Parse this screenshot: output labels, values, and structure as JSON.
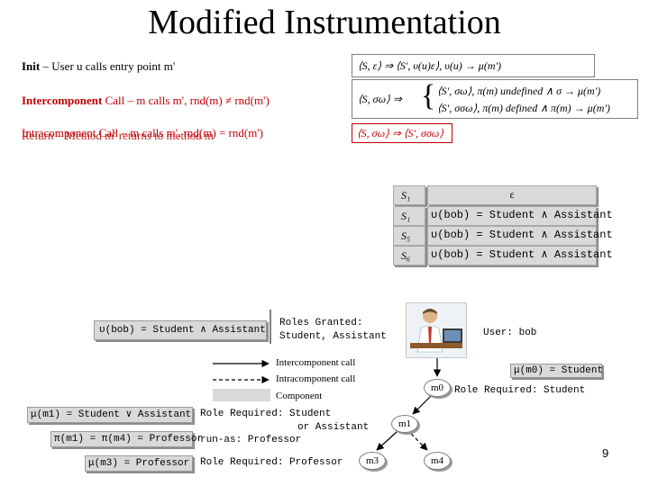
{
  "title": "Modified Instrumentation",
  "rules": {
    "init": {
      "label": "Init",
      "text": " – User u calls entry point m'",
      "formula": "⟨S, ε⟩ ⇒ ⟨S', υ(u)ε⟩,  υ(u) → μ(m')"
    },
    "inter": {
      "label": "Intercomponent",
      "label2": " Call",
      "text": " – m calls m', rnd(m) ≠ rnd(m')",
      "formula_top": "⟨S', σω⟩,  π(m) undefined ∧ σ → μ(m')",
      "formula_bot": "⟨S', σσω⟩, π(m) defined ∧ π(m) → μ(m')",
      "formula_lhs": "⟨S, σω⟩ ⇒"
    },
    "overlap_a": "Intracomponent Call – m calls m', rnd(m) = rnd(m')",
    "overlap_b": "Return – Method m' returns to method m",
    "return_formula": "⟨S, σω⟩ ⇒ ⟨S', σσω⟩"
  },
  "state_table": [
    {
      "state": "S₁",
      "value": "ε"
    },
    {
      "state": "S₁",
      "value": "υ(bob) = Student ∧ Assistant"
    },
    {
      "state": "S₅",
      "value": "υ(bob) = Student ∧ Assistant"
    },
    {
      "state": "S₆",
      "value": "υ(bob) = Student ∧ Assistant"
    }
  ],
  "user_box": "υ(bob) = Student ∧ Assistant",
  "roles_granted_1": "Roles Granted:",
  "roles_granted_2": "Student, Assistant",
  "user_label": "User: bob",
  "legend": {
    "inter": "Intercomponent call",
    "intra": "Intracomponent call",
    "component": "Component"
  },
  "m0_box": "μ(m0) = Student",
  "role_req_m0": "Role Required: Student",
  "m1_box1": "μ(m1) = Student ∨ Assistant",
  "m1_box2": "π(m1) = π(m4) = Professor",
  "m1_role_1": "Role Required: Student",
  "m1_role_2": "or Assistant",
  "m1_runas": "run-as: Professor",
  "m3_box": "μ(m3) = Professor",
  "m3_role": "Role Required: Professor",
  "nodes": {
    "m0": "m0",
    "m1": "m1",
    "m3": "m3",
    "m4": "m4"
  },
  "page_number": "9",
  "colors": {
    "accent_red": "#c00000",
    "box_gray": "#d9d9d9"
  }
}
